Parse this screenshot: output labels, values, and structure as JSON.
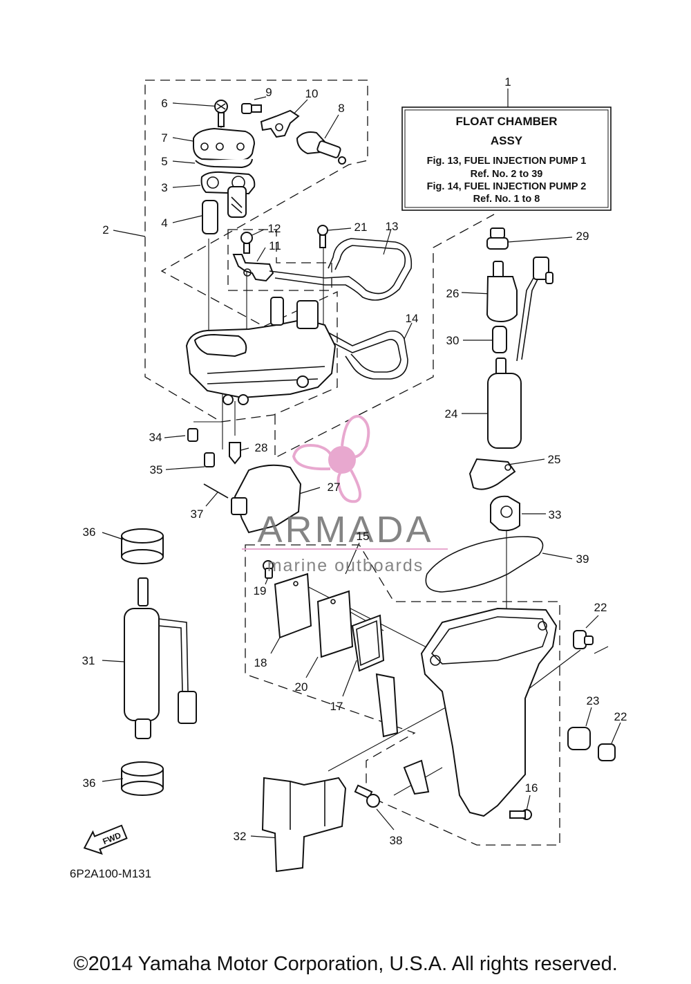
{
  "assembly_box": {
    "number": "1",
    "title_line1": "FLOAT CHAMBER",
    "title_line2": "ASSY",
    "ref_line1": "Fig. 13, FUEL INJECTION PUMP 1",
    "ref_line2": "Ref. No. 2 to 39",
    "ref_line3": "Fig. 14, FUEL INJECTION PUMP 2",
    "ref_line4": "Ref. No. 1 to 8"
  },
  "callouts": [
    {
      "id": "c2",
      "label": "2"
    },
    {
      "id": "c3",
      "label": "3"
    },
    {
      "id": "c4",
      "label": "4"
    },
    {
      "id": "c5",
      "label": "5"
    },
    {
      "id": "c6",
      "label": "6"
    },
    {
      "id": "c7",
      "label": "7"
    },
    {
      "id": "c8",
      "label": "8"
    },
    {
      "id": "c9",
      "label": "9"
    },
    {
      "id": "c10",
      "label": "10"
    },
    {
      "id": "c11",
      "label": "11"
    },
    {
      "id": "c12",
      "label": "12"
    },
    {
      "id": "c13",
      "label": "13"
    },
    {
      "id": "c14",
      "label": "14"
    },
    {
      "id": "c15",
      "label": "15"
    },
    {
      "id": "c16",
      "label": "16"
    },
    {
      "id": "c17",
      "label": "17"
    },
    {
      "id": "c18",
      "label": "18"
    },
    {
      "id": "c19",
      "label": "19"
    },
    {
      "id": "c20",
      "label": "20"
    },
    {
      "id": "c21",
      "label": "21"
    },
    {
      "id": "c22a",
      "label": "22"
    },
    {
      "id": "c22b",
      "label": "22"
    },
    {
      "id": "c23",
      "label": "23"
    },
    {
      "id": "c24",
      "label": "24"
    },
    {
      "id": "c25",
      "label": "25"
    },
    {
      "id": "c26",
      "label": "26"
    },
    {
      "id": "c27",
      "label": "27"
    },
    {
      "id": "c28",
      "label": "28"
    },
    {
      "id": "c29",
      "label": "29"
    },
    {
      "id": "c30",
      "label": "30"
    },
    {
      "id": "c31",
      "label": "31"
    },
    {
      "id": "c32",
      "label": "32"
    },
    {
      "id": "c33",
      "label": "33"
    },
    {
      "id": "c34",
      "label": "34"
    },
    {
      "id": "c35",
      "label": "35"
    },
    {
      "id": "c36a",
      "label": "36"
    },
    {
      "id": "c36b",
      "label": "36"
    },
    {
      "id": "c37",
      "label": "37"
    },
    {
      "id": "c38",
      "label": "38"
    },
    {
      "id": "c39",
      "label": "39"
    }
  ],
  "fwd_label": "FWD",
  "drawing_code": "6P2A100-M131",
  "watermark": {
    "brand": "ARMADA",
    "tagline": "marine outboards",
    "color": "#e8a8cf"
  },
  "copyright": "©2014 Yamaha Motor Corporation, U.S.A. All rights reserved."
}
